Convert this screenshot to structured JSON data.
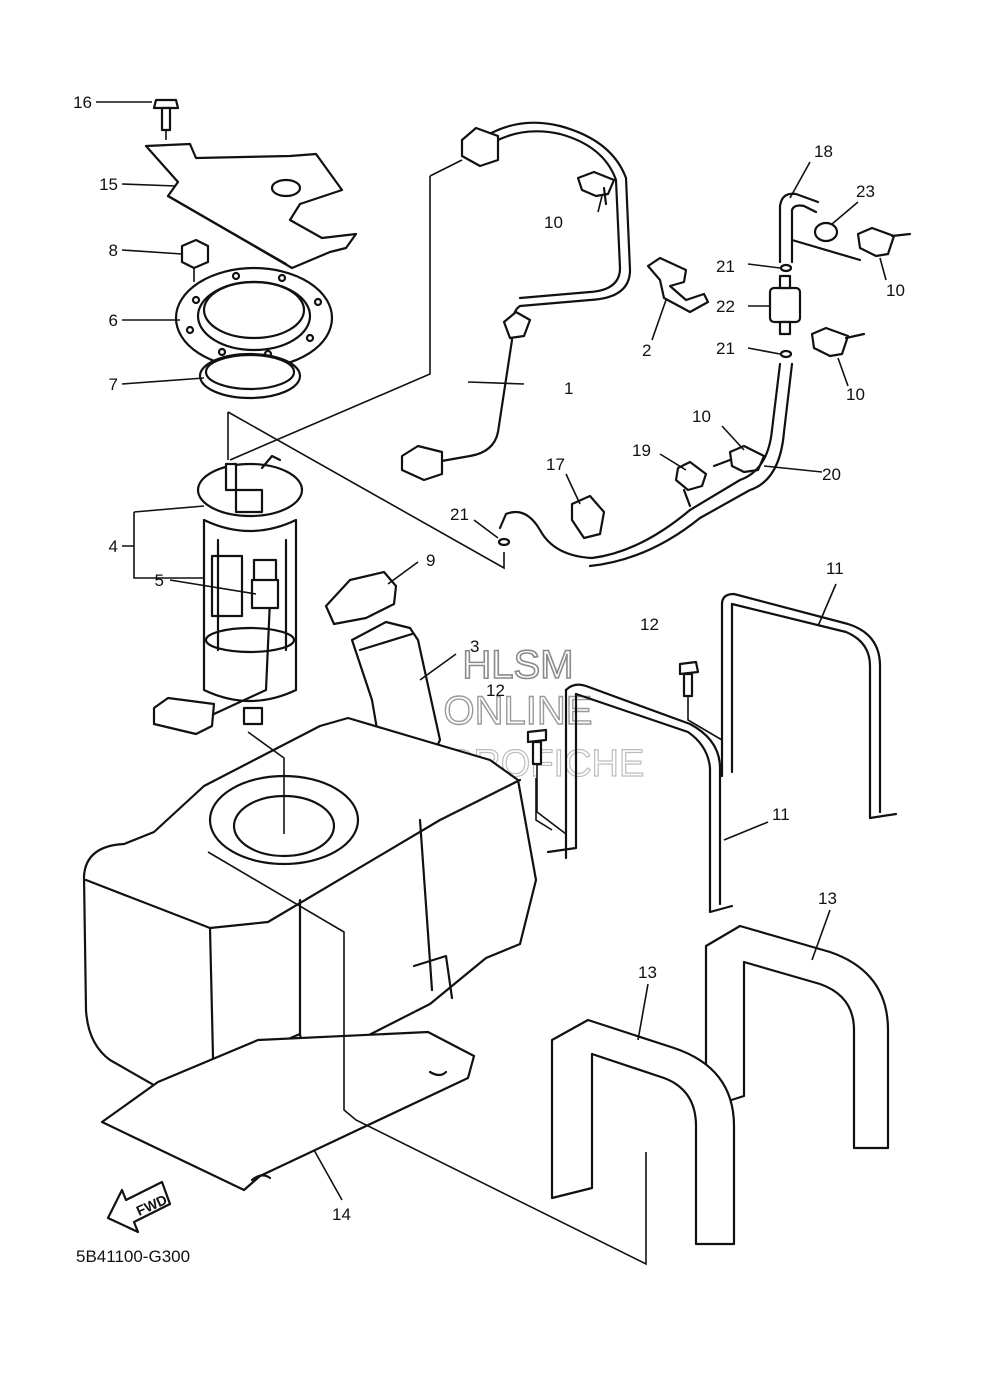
{
  "diagram_code": "5B41100-G300",
  "direction_label": "FWD",
  "watermark": {
    "line1": "HLSM",
    "line2": "ONLINE",
    "line3": "MICROFICHE"
  },
  "callouts": {
    "c1": "1",
    "c2": "2",
    "c3": "3",
    "c4": "4",
    "c5": "5",
    "c6": "6",
    "c7": "7",
    "c8": "8",
    "c9": "9",
    "c10a": "10",
    "c10b": "10",
    "c10c": "10",
    "c10d": "10",
    "c11a": "11",
    "c11b": "11",
    "c12a": "12",
    "c12b": "12",
    "c13a": "13",
    "c13b": "13",
    "c14": "14",
    "c15": "15",
    "c16": "16",
    "c17": "17",
    "c18": "18",
    "c19": "19",
    "c20": "20",
    "c21a": "21",
    "c21b": "21",
    "c21c": "21",
    "c22": "22",
    "c23": "23"
  }
}
